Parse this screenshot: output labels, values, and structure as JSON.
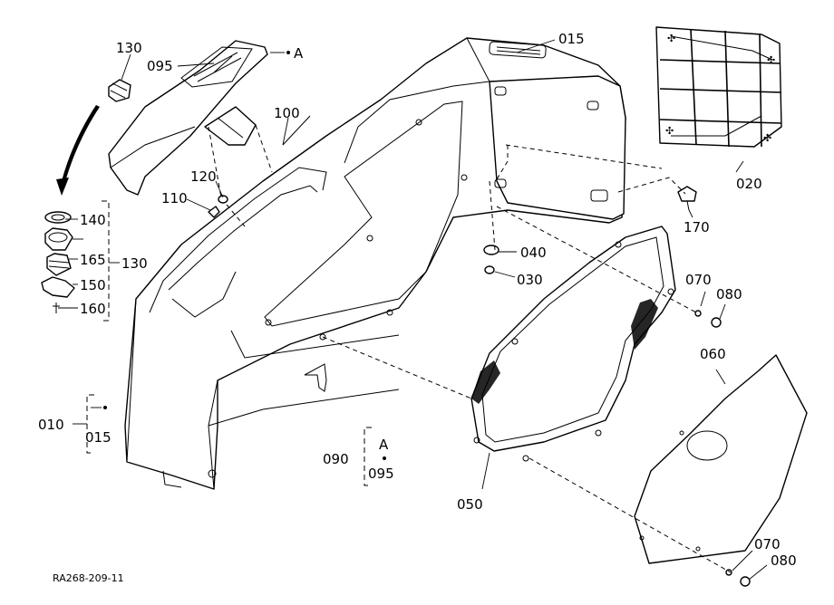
{
  "drawing_code": "RA268-209-11",
  "labels": {
    "l130_top": "130",
    "l095_top": "095",
    "lA_top": "A",
    "l015_top": "015",
    "l100": "100",
    "l120": "120",
    "l110": "110",
    "l140": "140",
    "l165": "165",
    "l150": "150",
    "l160": "160",
    "l130_group": "130",
    "l020": "020",
    "l170": "170",
    "l040": "040",
    "l030": "030",
    "l070_mid": "070",
    "l080_mid": "080",
    "l060": "060",
    "l010": "010",
    "l015_group": "015",
    "l090": "090",
    "lA_group": "A",
    "l095_group": "095",
    "l050": "050",
    "l070_bot": "070",
    "l080_bot": "080"
  }
}
